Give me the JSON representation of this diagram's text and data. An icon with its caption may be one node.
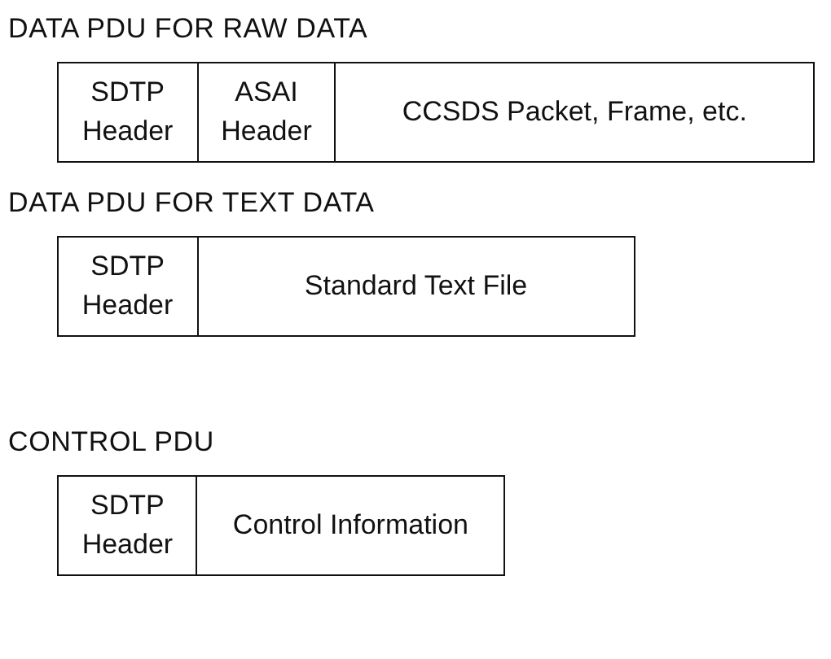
{
  "diagram": {
    "nodes": [
      {
        "text": [
          "DATA PDU FOR RAW DATA"
        ]
      },
      {
        "text": [
          "SDTP Header"
        ],
        "in": 0
      },
      {
        "text": [
          "ASAI Header"
        ],
        "in": 0
      },
      {
        "text": [
          "CCSDS Packet, Frame, etc."
        ],
        "in": 0
      },
      {
        "text": [
          "DATA PDU FOR TEXT DATA"
        ]
      },
      {
        "text": [
          "SDTP Header"
        ],
        "in": 4
      },
      {
        "text": [
          "Standard Text File"
        ],
        "in": 4
      },
      {
        "text": [
          "CONTROL PDU"
        ]
      },
      {
        "text": [
          "SDTP Header"
        ],
        "in": 7
      },
      {
        "text": [
          "Control Information"
        ],
        "in": 7
      }
    ]
  }
}
